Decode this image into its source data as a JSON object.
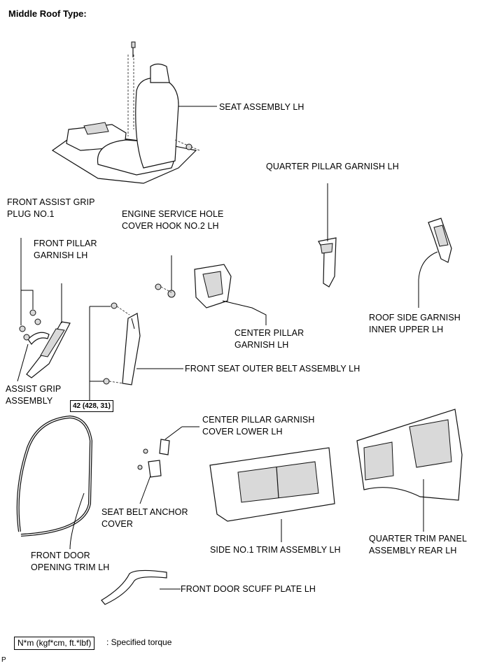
{
  "title": "Middle Roof Type:",
  "labels": {
    "seat": "SEAT ASSEMBLY LH",
    "quarter_pillar_1": "QUARTER PILLAR GARNISH LH",
    "front_assist_grip_1": "FRONT ASSIST GRIP",
    "front_assist_grip_2": "PLUG NO.1",
    "engine_service_1": "ENGINE SERVICE HOLE",
    "engine_service_2": "COVER HOOK NO.2 LH",
    "front_pillar_1": "FRONT PILLAR",
    "front_pillar_2": "GARNISH LH",
    "roof_side_1": "ROOF SIDE GARNISH",
    "roof_side_2": "INNER UPPER LH",
    "center_pillar_1": "CENTER PILLAR",
    "center_pillar_2": "GARNISH LH",
    "front_seat_belt": "FRONT SEAT OUTER BELT ASSEMBLY LH",
    "assist_grip_1": "ASSIST GRIP",
    "assist_grip_2": "ASSEMBLY",
    "torque_value": "42 (428, 31)",
    "cp_cover_1": "CENTER PILLAR GARNISH",
    "cp_cover_2": "COVER LOWER LH",
    "seat_belt_anchor_1": "SEAT BELT ANCHOR",
    "seat_belt_anchor_2": "COVER",
    "front_door_trim_1": "FRONT DOOR",
    "front_door_trim_2": "OPENING TRIM LH",
    "side_trim": "SIDE NO.1 TRIM ASSEMBLY LH",
    "quarter_trim_1": "QUARTER TRIM PANEL",
    "quarter_trim_2": "ASSEMBLY REAR LH",
    "scuff_plate": "FRONT DOOR SCUFF PLATE LH"
  },
  "legend": {
    "symbol": "N*m (kgf*cm, ft.*lbf)",
    "text": ": Specified torque"
  },
  "corner_mark": "P"
}
